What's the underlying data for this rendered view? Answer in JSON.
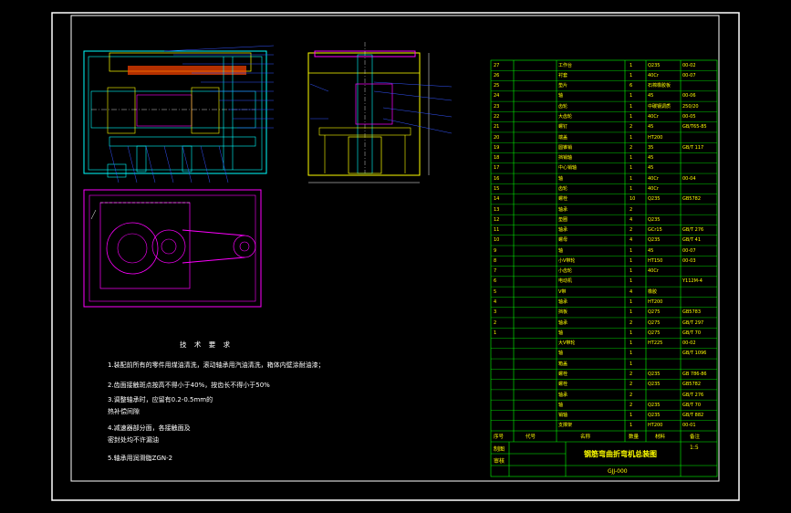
{
  "drawing": {
    "title": "钢筋弯曲折弯机总装图",
    "drawing_no": "GJJ-000",
    "scale": "1:5",
    "labels": {
      "drawn": "制图",
      "checked": "审核"
    },
    "bom_header": [
      "序号",
      "代号",
      "名称",
      "数量",
      "材料",
      "备注"
    ]
  },
  "technical_requirements": {
    "heading": "技 术 要 求",
    "items": [
      "1.装配前所有的零件用煤油清洗，滚动轴承用汽油清洗，箱体内壁涂耐油漆；",
      "2.齿面接触斑点按高不得小于40%，按齿长不得小于50%",
      "3.调整轴承时，应留有0.2-0.5mm的",
      "热补偿间隙",
      "4.减速器部分面，各接触面及",
      "密封处均不许漏油",
      "5.轴承用润滑脂ZGN-2"
    ]
  },
  "bom": [
    {
      "no": "27",
      "name": "工作台",
      "qty": "1",
      "mat": "Q235",
      "note": "00-02"
    },
    {
      "no": "26",
      "name": "衬套",
      "qty": "1",
      "mat": "40Cr",
      "note": "00-07"
    },
    {
      "no": "25",
      "name": "垫片",
      "qty": "6",
      "mat": "石棉橡胶板",
      "note": ""
    },
    {
      "no": "24",
      "name": "轴",
      "qty": "1",
      "mat": "45",
      "note": "00-06"
    },
    {
      "no": "23",
      "name": "齿轮",
      "qty": "1",
      "mat": "中碳钢调质",
      "note": "250/20"
    },
    {
      "no": "22",
      "name": "大齿轮",
      "qty": "1",
      "mat": "40Cr",
      "note": "00-05"
    },
    {
      "no": "21",
      "name": "螺钉",
      "qty": "2",
      "mat": "45",
      "note": "GB/T65-85"
    },
    {
      "no": "20",
      "name": "端盖",
      "qty": "1",
      "mat": "HT200",
      "note": ""
    },
    {
      "no": "19",
      "name": "圆锥销",
      "qty": "2",
      "mat": "35",
      "note": "GB/T 117"
    },
    {
      "no": "18",
      "name": "挡销轴",
      "qty": "1",
      "mat": "45",
      "note": ""
    },
    {
      "no": "17",
      "name": "中心销轴",
      "qty": "1",
      "mat": "45",
      "note": ""
    },
    {
      "no": "16",
      "name": "轴",
      "qty": "1",
      "mat": "40Cr",
      "note": "00-04"
    },
    {
      "no": "15",
      "name": "齿轮",
      "qty": "1",
      "mat": "40Cr",
      "note": ""
    },
    {
      "no": "14",
      "name": "螺栓",
      "qty": "10",
      "mat": "Q235",
      "note": "GB5782"
    },
    {
      "no": "13",
      "name": "轴承",
      "qty": "2",
      "mat": "",
      "note": ""
    },
    {
      "no": "12",
      "name": "垫圈",
      "qty": "4",
      "mat": "Q235",
      "note": ""
    },
    {
      "no": "11",
      "name": "轴承",
      "qty": "2",
      "mat": "GCr15",
      "note": "GB/T 276"
    },
    {
      "no": "10",
      "name": "螺母",
      "qty": "4",
      "mat": "Q235",
      "note": "GB/T 41"
    },
    {
      "no": "9",
      "name": "轴",
      "qty": "1",
      "mat": "45",
      "note": "00-07"
    },
    {
      "no": "8",
      "name": "小V带轮",
      "qty": "1",
      "mat": "HT150",
      "note": "00-03"
    },
    {
      "no": "7",
      "name": "小齿轮",
      "qty": "1",
      "mat": "40Cr",
      "note": ""
    },
    {
      "no": "6",
      "name": "电动机",
      "qty": "1",
      "mat": "",
      "note": "Y112M-4"
    },
    {
      "no": "5",
      "name": "V带",
      "qty": "4",
      "mat": "橡胶",
      "note": ""
    },
    {
      "no": "4",
      "name": "轴承",
      "qty": "1",
      "mat": "HT200",
      "note": ""
    },
    {
      "no": "3",
      "name": "挡板",
      "qty": "1",
      "mat": "Q275",
      "note": "GB5783"
    },
    {
      "no": "2",
      "name": "轴承",
      "qty": "2",
      "mat": "Q275",
      "note": "GB/T 297"
    },
    {
      "no": "1",
      "name": "轴",
      "qty": "1",
      "mat": "Q275",
      "note": "GB/T 70"
    },
    {
      "no": "",
      "name": "大V带轮",
      "qty": "1",
      "mat": "HT225",
      "note": "00-02"
    },
    {
      "no": "",
      "name": "轴",
      "qty": "1",
      "mat": "",
      "note": "GB/T 1096"
    },
    {
      "no": "",
      "name": "箱盖",
      "qty": "1",
      "mat": "",
      "note": ""
    },
    {
      "no": "",
      "name": "螺栓",
      "qty": "2",
      "mat": "Q235",
      "note": "GB 786-86"
    },
    {
      "no": "",
      "name": "螺栓",
      "qty": "2",
      "mat": "Q235",
      "note": "GB5782"
    },
    {
      "no": "",
      "name": "轴承",
      "qty": "2",
      "mat": "",
      "note": "GB/T 276"
    },
    {
      "no": "",
      "name": "轴",
      "qty": "2",
      "mat": "Q235",
      "note": "GB/T 70"
    },
    {
      "no": "",
      "name": "销轴",
      "qty": "1",
      "mat": "Q235",
      "note": "GB/T 882"
    },
    {
      "no": "",
      "name": "支撑架",
      "qty": "1",
      "mat": "HT200",
      "note": "00-01"
    }
  ],
  "colors": {
    "background": "#000000",
    "frame": "#ffffff",
    "view_front": "#00ffff",
    "view_side": "#ffff00",
    "view_plan": "#ff00ff",
    "leader": "#0000ff",
    "bom_grid": "#00ff00",
    "bom_text": "#ffff00"
  }
}
